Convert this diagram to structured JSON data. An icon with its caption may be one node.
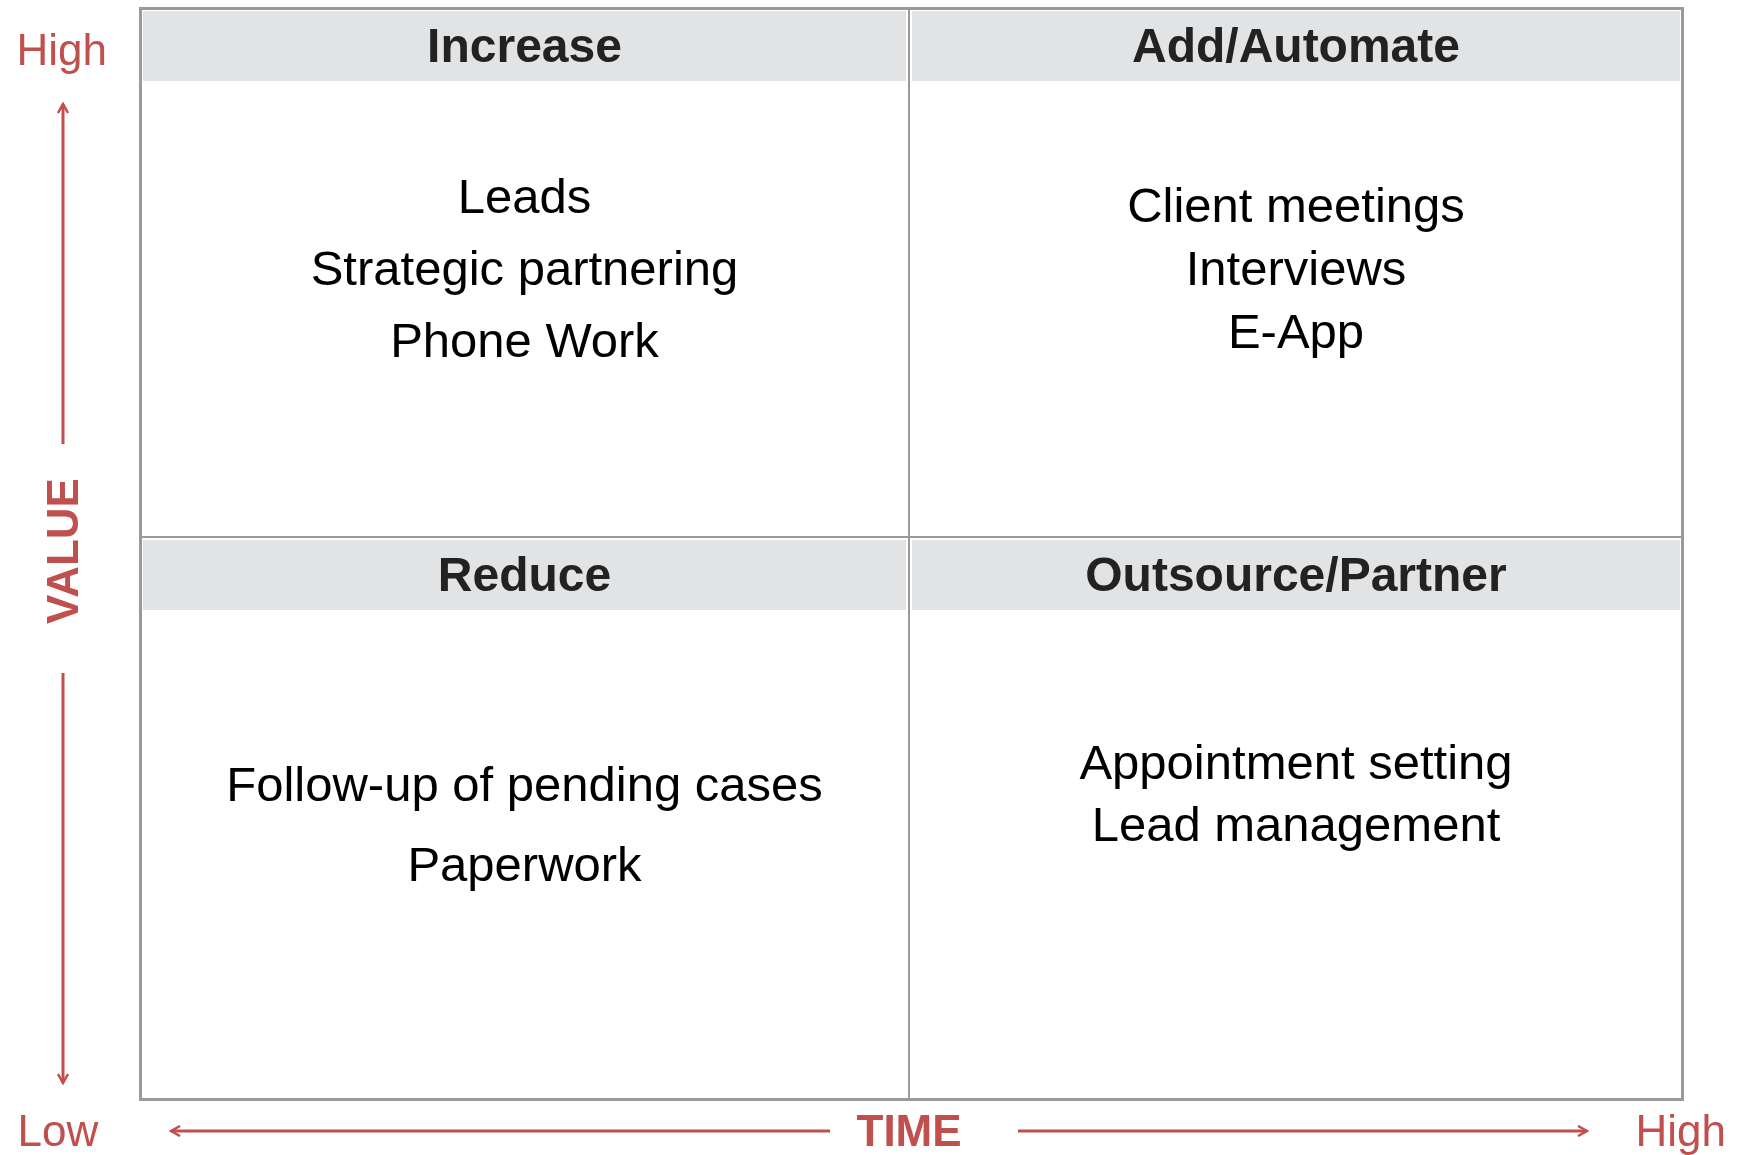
{
  "diagram": {
    "nodes": [
      {
        "text": [
          "Increase",
          "Leads",
          "Strategic partnering",
          "Phone Work"
        ]
      },
      {
        "text": [
          "Add/Automate",
          "Client meetings",
          "Interviews",
          "E-App"
        ]
      },
      {
        "text": [
          "Reduce",
          "Follow-up of pending cases",
          "Paperwork"
        ]
      },
      {
        "text": [
          "Outsource/Partner",
          "Appointment setting",
          "Lead management"
        ]
      }
    ],
    "edges": [],
    "labels": [
      "High",
      "VALUE",
      "Low",
      "TIME",
      "High"
    ]
  }
}
